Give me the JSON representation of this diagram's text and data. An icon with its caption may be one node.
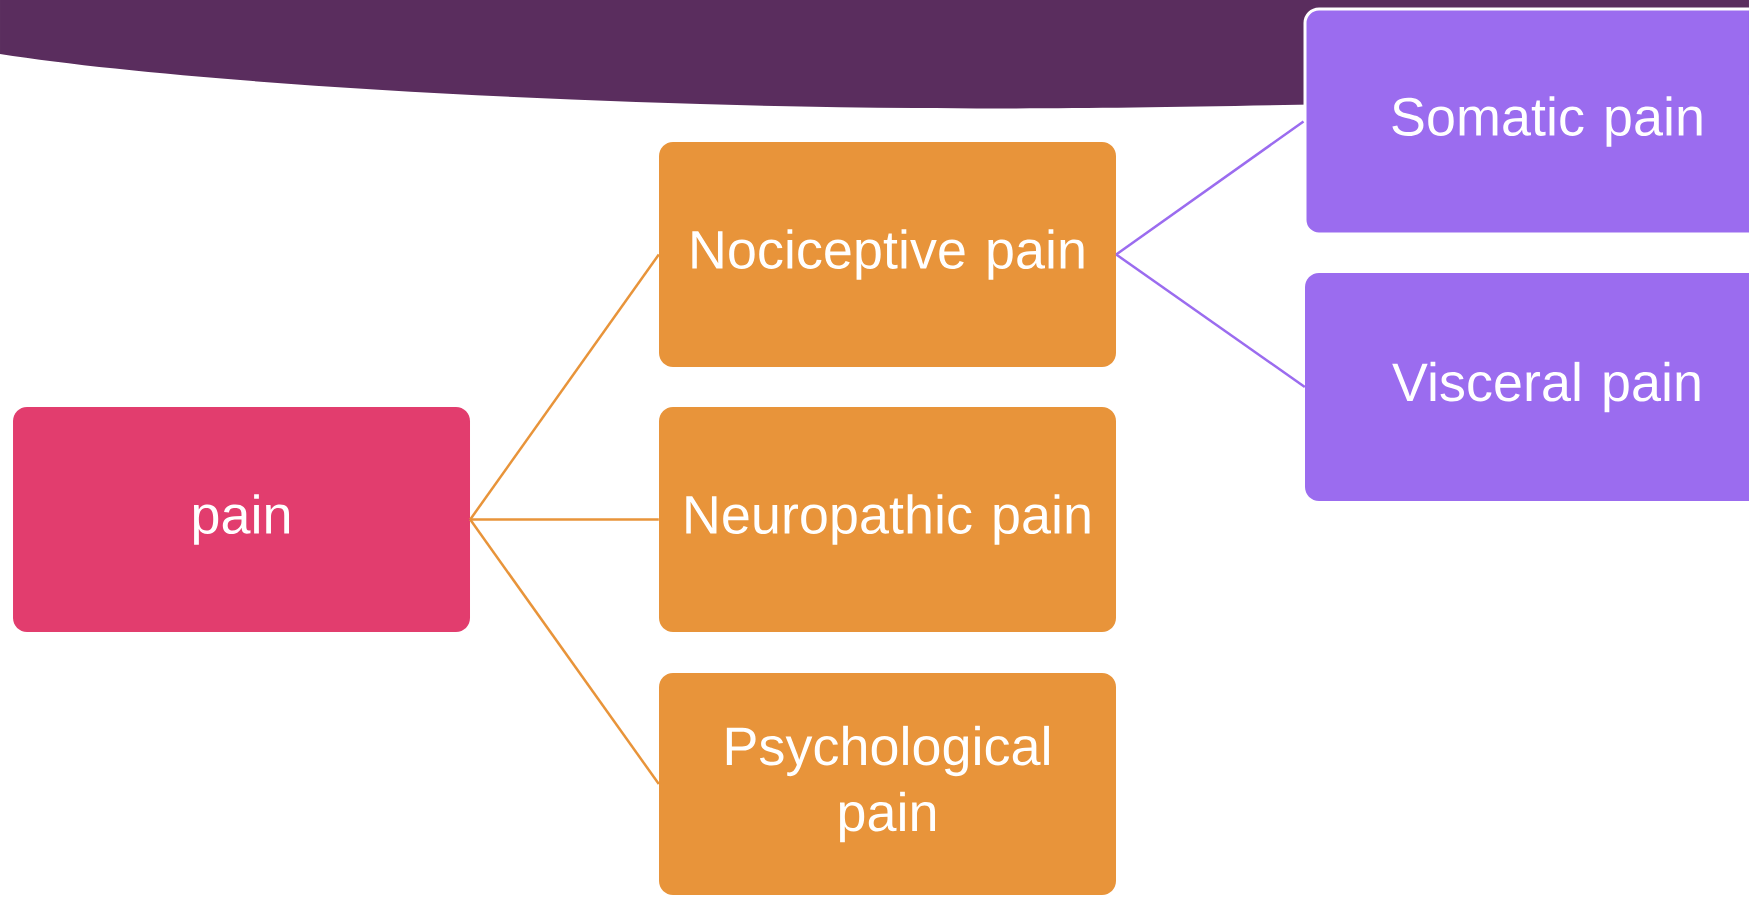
{
  "diagram": {
    "nodes": [
      {
        "text": [
          "pain"
        ]
      },
      {
        "text": [
          "Nociceptive pain"
        ]
      },
      {
        "text": [
          "Neuropathic pain"
        ]
      },
      {
        "text": [
          "Psychological pain"
        ]
      },
      {
        "text": [
          "Somatic pain"
        ]
      },
      {
        "text": [
          "Visceral pain"
        ]
      }
    ],
    "edges": [
      {
        "from": 0,
        "to": 1,
        "arrow": "none"
      },
      {
        "from": 0,
        "to": 2,
        "arrow": "none"
      },
      {
        "from": 0,
        "to": 3,
        "arrow": "none"
      },
      {
        "from": 1,
        "to": 4,
        "arrow": "none",
        "color": "#9b6cef"
      },
      {
        "from": 1,
        "to": 5,
        "arrow": "none",
        "color": "#9b6cef"
      }
    ]
  }
}
